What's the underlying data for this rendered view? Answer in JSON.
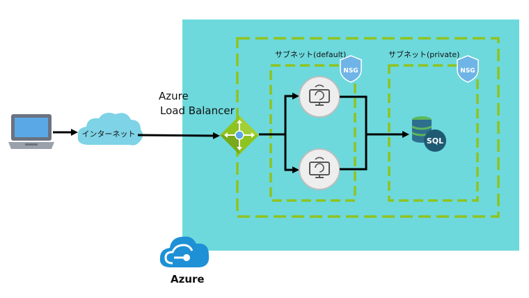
{
  "colors": {
    "vnet_fill": "#6dd9dc",
    "subnet_border": "#8fc31f",
    "arrow": "#000000",
    "cloud": "#7ed3e6",
    "laptop_screen": "#5aa9e6",
    "azure_logo": "#1e90d6",
    "nsg_shield": "#6fb4e6",
    "db_green": "#5cb85c"
  },
  "labels": {
    "internet": "インターネット",
    "load_balancer_line1": "Azure",
    "load_balancer_line2": "Load Balancer",
    "subnet_default": "サブネット(default)",
    "subnet_private": "サブネット(private)",
    "nsg": "NSG",
    "sql": "SQL",
    "azure": "Azure"
  },
  "icons": {
    "client": "laptop-icon",
    "internet": "cloud-icon",
    "load_balancer": "load-balancer-icon",
    "vm": "virtual-machine-icon",
    "nsg": "nsg-shield-icon",
    "database": "sql-database-icon",
    "azure": "azure-cloud-icon"
  }
}
